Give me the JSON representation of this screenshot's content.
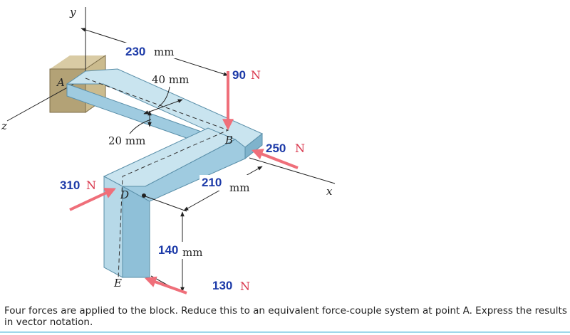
{
  "figure": {
    "axes": {
      "y": "y",
      "z": "z",
      "x": "x"
    },
    "points": {
      "A": "A",
      "B": "B",
      "D": "D",
      "E": "E"
    },
    "dimensions": [
      {
        "value": "230",
        "unit": "mm"
      },
      {
        "value": "40 mm"
      },
      {
        "value": "20 mm"
      },
      {
        "value": "210",
        "unit": "mm"
      },
      {
        "value": "140",
        "unit": "mm"
      }
    ],
    "forces": [
      {
        "value": "90",
        "unit": "N"
      },
      {
        "value": "250",
        "unit": "N"
      },
      {
        "value": "310",
        "unit": "N"
      },
      {
        "value": "130",
        "unit": "N"
      }
    ]
  },
  "problem_text": "Four forces are applied to the block. Reduce this to an equivalent force-couple system at point A. Express the results in vector notation.",
  "colors": {
    "beam_top": "#b9dbe9",
    "beam_side": "#8fc0d8",
    "beam_edge": "#5a8fa9",
    "force_arrow": "#ef6f7a",
    "number": "#1c3aa8",
    "unit": "#d8344a",
    "accent_rule": "#9fd7ea"
  }
}
